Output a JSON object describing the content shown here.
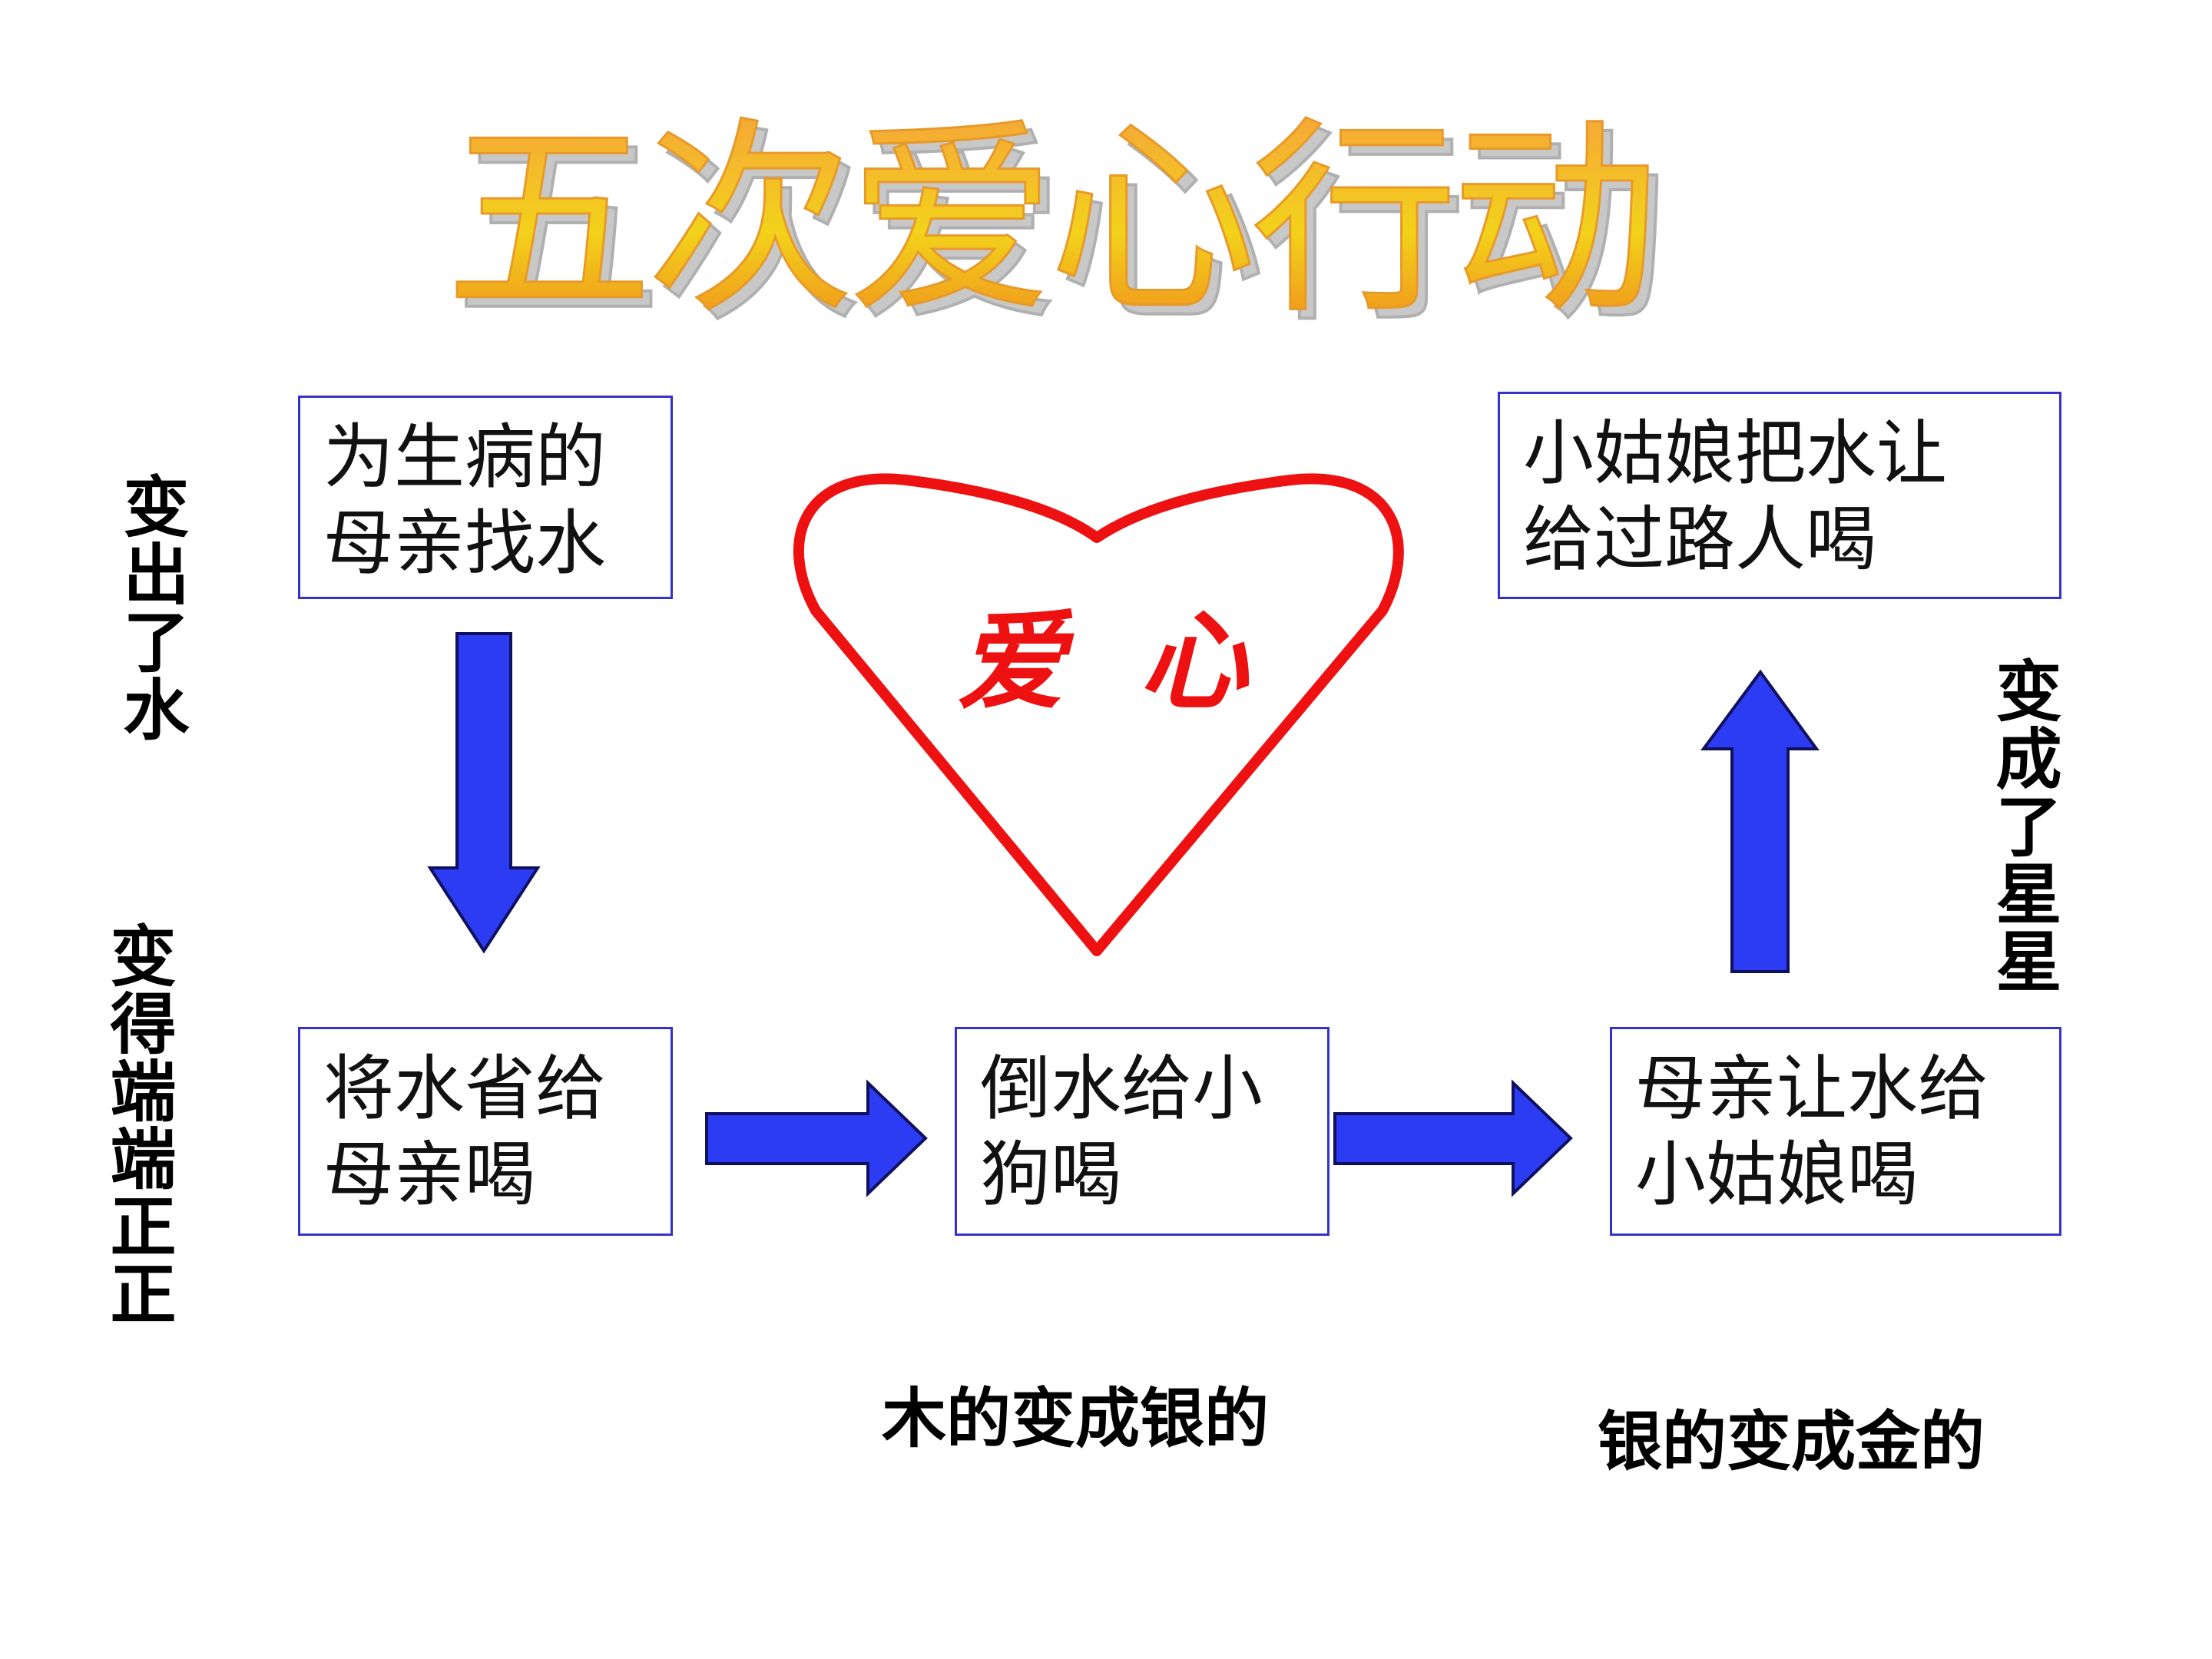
{
  "title": "五次爱心行动",
  "heart": {
    "label": "爱  心",
    "color": "#ee1111"
  },
  "boxes": {
    "step1": [
      "为生病的",
      "母亲找水"
    ],
    "step2": [
      "将水省给",
      "母亲喝"
    ],
    "step3": [
      "倒水给小",
      "狗喝"
    ],
    "step4": [
      "母亲让水给",
      "小姑娘喝"
    ],
    "step5": [
      "小姑娘把水让",
      "给过路人喝"
    ]
  },
  "side_labels": {
    "left_top": "变出了水",
    "left_bottom": "变得端端正正",
    "right": "变成了星星"
  },
  "bottom_labels": {
    "middle": "木的变成银的",
    "right": "银的变成金的"
  },
  "colors": {
    "arrow_fill": "#2b3cf2",
    "arrow_stroke": "#101060",
    "box_border": "#3333cc"
  }
}
